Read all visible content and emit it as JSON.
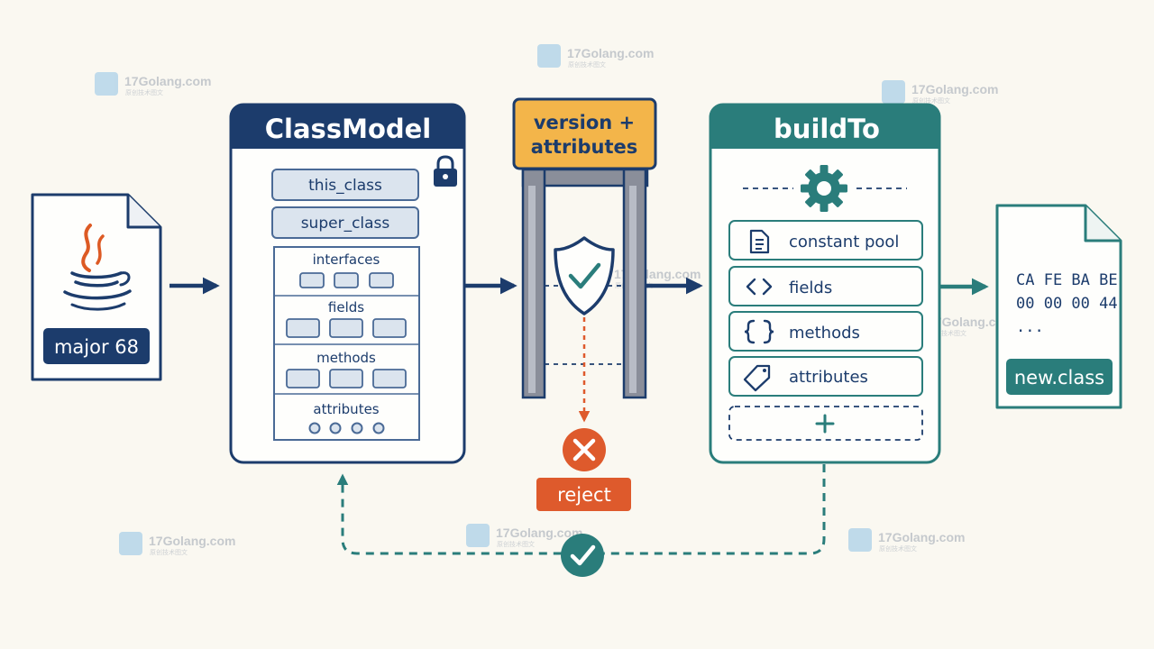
{
  "colors": {
    "navy": "#1c3c6c",
    "teal": "#2a7d7b",
    "amber": "#f3b54a",
    "red": "#de5a2c",
    "java_orange": "#dd5a24",
    "slot_fill": "#dbe4ee",
    "slot_stroke": "#4a6a96",
    "gate_gray": "#8a8e9a",
    "background": "#faf8f1"
  },
  "source_file": {
    "icon": "java-logo-icon",
    "label": "major 68"
  },
  "class_model": {
    "title": "ClassModel",
    "lock_icon": "lock-icon",
    "fields": [
      "this_class",
      "super_class"
    ],
    "sections": [
      {
        "label": "interfaces",
        "slot_count": 3,
        "kind": "slots"
      },
      {
        "label": "fields",
        "slot_count": 3,
        "kind": "slots"
      },
      {
        "label": "methods",
        "slot_count": 3,
        "kind": "slots"
      },
      {
        "label": "attributes",
        "slot_count": 4,
        "kind": "dots"
      }
    ]
  },
  "gate": {
    "sign": [
      "version +",
      "attributes"
    ],
    "icon": "shield-check-icon",
    "reject_icon": "x-circle-icon",
    "reject_label": "reject"
  },
  "build_to": {
    "title": "buildTo",
    "gear_icon": "gear-icon",
    "items": [
      {
        "icon": "document-icon",
        "label": "constant pool"
      },
      {
        "icon": "code-brackets-icon",
        "label": "fields"
      },
      {
        "icon": "curly-braces-icon",
        "label": "methods"
      },
      {
        "icon": "tag-icon",
        "label": "attributes"
      }
    ],
    "add_icon": "plus-icon"
  },
  "output_file": {
    "bytes": [
      "CA FE BA BE",
      "00 00 00 44"
    ],
    "ellipsis": "...",
    "label": "new.class"
  },
  "roundtrip_icon": "check-circle-icon",
  "watermark": {
    "text": "17Golang.com",
    "subtext": "原创技术图文"
  }
}
